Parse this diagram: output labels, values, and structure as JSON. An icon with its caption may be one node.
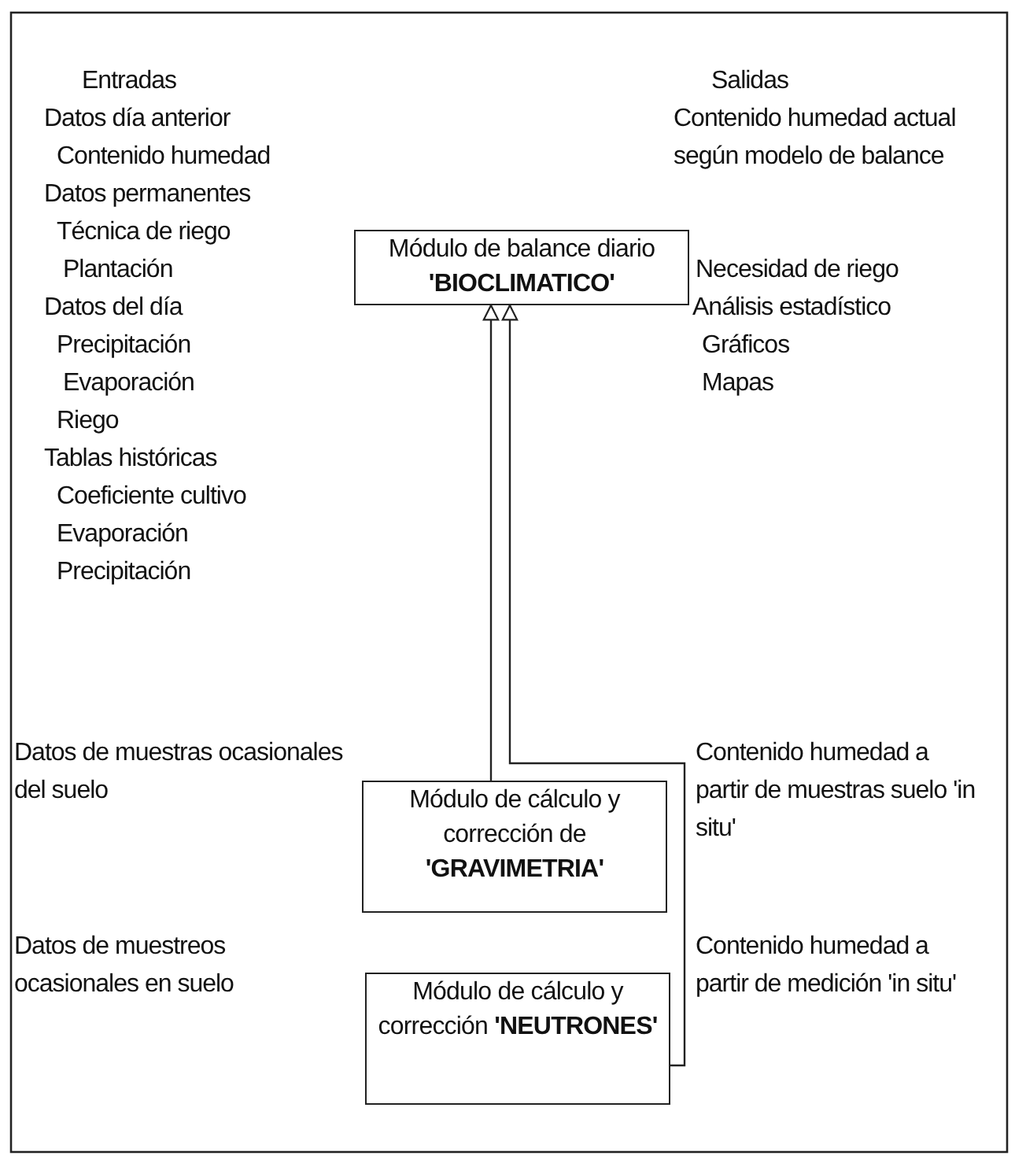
{
  "diagram": {
    "nodes": [
      {
        "text": [
          "Módulo de balance diario **'BIOCLIMATICO'**"
        ]
      },
      {
        "text": [
          "Módulo de cálculo y corrección de **'GRAVIMETRIA'**"
        ]
      },
      {
        "text": [
          "Módulo de cálculo y corrección **'NEUTRONES'**"
        ]
      }
    ],
    "edges": [
      {
        "from": 1,
        "to": 0,
        "arrow": "to"
      },
      {
        "from": 2,
        "to": 0,
        "arrow": "to"
      }
    ],
    "labels": [
      "Entradas",
      "Datos día anterior",
      "Contenido humedad",
      "Datos permanentes",
      "Técnica de riego",
      "Plantación",
      "Datos del día",
      "Precipitación",
      "Evaporación",
      "Riego",
      "Tablas históricas",
      "Coeficiente cultivo",
      "Evaporación",
      "Precipitación",
      "Salidas",
      "Contenido humedad actual según modelo de balance",
      "Necesidad de riego",
      "Análisis estadístico",
      "Gráficos",
      "Mapas",
      "Datos de muestras ocasionales del suelo",
      "Contenido humedad a partir de muestras suelo 'in situ'",
      "Datos de muestreos ocasionales en suelo",
      "Contenido humedad a partir de medición 'in situ'"
    ]
  }
}
